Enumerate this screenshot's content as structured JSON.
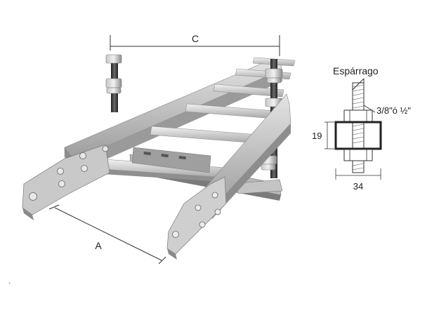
{
  "labels": {
    "dim_c": "C",
    "dim_a": "A",
    "rod_title": "Espárrago",
    "rod_size": "3/8\"ó ½\"",
    "height": "19",
    "width": "34",
    "stray_mark": "`"
  },
  "colors": {
    "tray_light": "#d2d2d2",
    "tray_mid": "#a9a9a9",
    "tray_dark": "#7d7d7d",
    "rod": "#3a3a3a",
    "line": "#333333"
  }
}
